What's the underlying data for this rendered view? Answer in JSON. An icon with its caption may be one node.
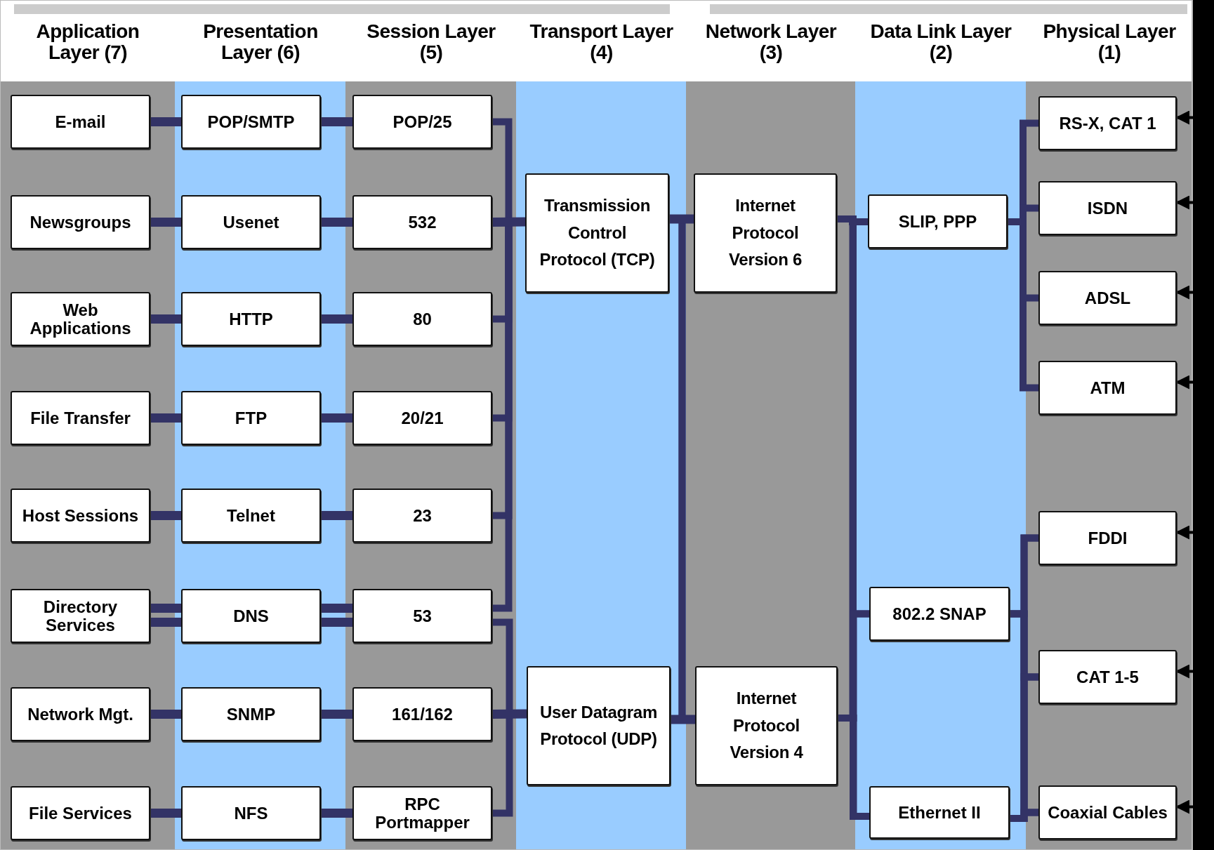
{
  "diagram": {
    "nodes": [
      {
        "text": [
          "E-mail"
        ]
      },
      {
        "text": [
          "Newsgroups"
        ]
      },
      {
        "text": [
          "Web Applications"
        ]
      },
      {
        "text": [
          "File Transfer"
        ]
      },
      {
        "text": [
          "Host Sessions"
        ]
      },
      {
        "text": [
          "Directory Services"
        ]
      },
      {
        "text": [
          "Network Mgt."
        ]
      },
      {
        "text": [
          "File Services"
        ]
      },
      {
        "text": [
          "POP/SMTP"
        ]
      },
      {
        "text": [
          "Usenet"
        ]
      },
      {
        "text": [
          "HTTP"
        ]
      },
      {
        "text": [
          "FTP"
        ]
      },
      {
        "text": [
          "Telnet"
        ]
      },
      {
        "text": [
          "DNS"
        ]
      },
      {
        "text": [
          "SNMP"
        ]
      },
      {
        "text": [
          "NFS"
        ]
      },
      {
        "text": [
          "POP/25"
        ]
      },
      {
        "text": [
          "532"
        ]
      },
      {
        "text": [
          "80"
        ]
      },
      {
        "text": [
          "20/21"
        ]
      },
      {
        "text": [
          "23"
        ]
      },
      {
        "text": [
          "53"
        ]
      },
      {
        "text": [
          "161/162"
        ]
      },
      {
        "text": [
          "RPC Portmapper"
        ]
      },
      {
        "text": [
          "Transmission Control Protocol (TCP)"
        ]
      },
      {
        "text": [
          "User Datagram Protocol (UDP)"
        ]
      },
      {
        "text": [
          "Internet Protocol Version 6"
        ]
      },
      {
        "text": [
          "Internet Protocol Version 4"
        ]
      },
      {
        "text": [
          "SLIP, PPP"
        ]
      },
      {
        "text": [
          "802.2 SNAP"
        ]
      },
      {
        "text": [
          "Ethernet II"
        ]
      },
      {
        "text": [
          "RS-X, CAT 1"
        ]
      },
      {
        "text": [
          "ISDN"
        ]
      },
      {
        "text": [
          "ADSL"
        ]
      },
      {
        "text": [
          "ATM"
        ]
      },
      {
        "text": [
          "FDDI"
        ]
      },
      {
        "text": [
          "CAT 1-5"
        ]
      },
      {
        "text": [
          "Coaxial Cables"
        ]
      }
    ],
    "edges": [
      {
        "from": 0,
        "to": 8,
        "arrow": "none"
      },
      {
        "from": 1,
        "to": 9,
        "arrow": "none"
      },
      {
        "from": 2,
        "to": 10,
        "arrow": "none"
      },
      {
        "from": 3,
        "to": 11,
        "arrow": "none"
      },
      {
        "from": 4,
        "to": 12,
        "arrow": "none"
      },
      {
        "from": 5,
        "to": 13,
        "arrow": "none"
      },
      {
        "from": 5,
        "to": 13,
        "arrow": "none"
      },
      {
        "from": 6,
        "to": 14,
        "arrow": "none"
      },
      {
        "from": 7,
        "to": 15,
        "arrow": "none"
      },
      {
        "from": 8,
        "to": 16,
        "arrow": "none"
      },
      {
        "from": 9,
        "to": 17,
        "arrow": "none"
      },
      {
        "from": 10,
        "to": 18,
        "arrow": "none"
      },
      {
        "from": 11,
        "to": 19,
        "arrow": "none"
      },
      {
        "from": 12,
        "to": 20,
        "arrow": "none"
      },
      {
        "from": 13,
        "to": 21,
        "arrow": "none"
      },
      {
        "from": 13,
        "to": 21,
        "arrow": "none"
      },
      {
        "from": 14,
        "to": 22,
        "arrow": "none"
      },
      {
        "from": 15,
        "to": 23,
        "arrow": "none"
      },
      {
        "from": 16,
        "to": 24,
        "arrow": "none"
      },
      {
        "from": 17,
        "to": 24,
        "arrow": "none"
      },
      {
        "from": 18,
        "to": 24,
        "arrow": "none"
      },
      {
        "from": 19,
        "to": 24,
        "arrow": "none"
      },
      {
        "from": 20,
        "to": 24,
        "arrow": "none"
      },
      {
        "from": 21,
        "to": 24,
        "arrow": "none"
      },
      {
        "from": 21,
        "to": 25,
        "arrow": "none"
      },
      {
        "from": 22,
        "to": 25,
        "arrow": "none"
      },
      {
        "from": 23,
        "to": 25,
        "arrow": "none"
      },
      {
        "from": 24,
        "to": 26,
        "arrow": "none"
      },
      {
        "from": 24,
        "to": 27,
        "arrow": "none"
      },
      {
        "from": 25,
        "to": 26,
        "arrow": "none"
      },
      {
        "from": 25,
        "to": 27,
        "arrow": "none"
      },
      {
        "from": 26,
        "to": 28,
        "arrow": "none"
      },
      {
        "from": 26,
        "to": 29,
        "arrow": "none"
      },
      {
        "from": 26,
        "to": 30,
        "arrow": "none"
      },
      {
        "from": 27,
        "to": 28,
        "arrow": "none"
      },
      {
        "from": 27,
        "to": 29,
        "arrow": "none"
      },
      {
        "from": 27,
        "to": 30,
        "arrow": "none"
      },
      {
        "from": 28,
        "to": 31,
        "arrow": "none"
      },
      {
        "from": 28,
        "to": 32,
        "arrow": "none"
      },
      {
        "from": 28,
        "to": 33,
        "arrow": "none"
      },
      {
        "from": 28,
        "to": 34,
        "arrow": "none"
      },
      {
        "from": 29,
        "to": 35,
        "arrow": "none"
      },
      {
        "from": 29,
        "to": 36,
        "arrow": "none"
      },
      {
        "from": 29,
        "to": 37,
        "arrow": "none"
      },
      {
        "from": 30,
        "to": 35,
        "arrow": "none"
      },
      {
        "from": 30,
        "to": 36,
        "arrow": "none"
      },
      {
        "from": 30,
        "to": 37,
        "arrow": "none"
      },
      {
        "from": null,
        "to": 31,
        "arrow": "to",
        "color": "#000000"
      },
      {
        "from": null,
        "to": 32,
        "arrow": "to",
        "color": "#000000"
      },
      {
        "from": null,
        "to": 33,
        "arrow": "to",
        "color": "#000000"
      },
      {
        "from": null,
        "to": 34,
        "arrow": "to",
        "color": "#000000"
      },
      {
        "from": null,
        "to": 35,
        "arrow": "to",
        "color": "#000000"
      },
      {
        "from": null,
        "to": 36,
        "arrow": "to",
        "color": "#000000"
      },
      {
        "from": null,
        "to": 37,
        "arrow": "to",
        "color": "#000000"
      }
    ],
    "labels": [
      "Application Layer (7)",
      "Presentation Layer (6)",
      "Session Layer (5)",
      "Transport Layer (4)",
      "Network Layer (3)",
      "Data Link Layer (2)",
      "Physical Layer (1)"
    ]
  }
}
